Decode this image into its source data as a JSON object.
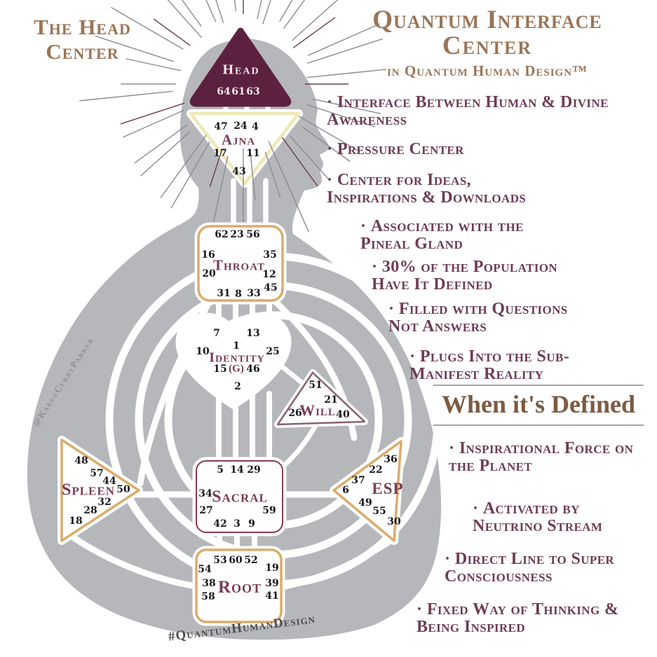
{
  "colors": {
    "title_brown": "#9a7557",
    "bullet_plum": "#6e3c54",
    "defined_brown": "#7d5a41",
    "head_triangle_fill": "#5c2140",
    "body_gray": "#b5b7bb",
    "gold_border": "#dcab6a",
    "ajna_border": "#efe9b4",
    "maroon_border": "#572040"
  },
  "left_title": {
    "line1": "The Head",
    "line2": "Center"
  },
  "header": {
    "title_line1": "Quantum Interface",
    "title_line2": "Center",
    "subtitle": "in Quantum Human Design™"
  },
  "bullets": [
    {
      "text": "Interface Between Human & Divine Awareness"
    },
    {
      "text": "Pressure Center"
    },
    {
      "text": "Center for Ideas, Inspirations & Downloads"
    },
    {
      "text": "Associated with the Pineal Gland"
    },
    {
      "text": "30% of the Population Have It Defined"
    },
    {
      "text": "Filled with Questions Not Answers"
    },
    {
      "text": "Plugs Into the Sub-Manifest Reality"
    }
  ],
  "defined": {
    "heading": "When it's Defined",
    "bullets": [
      {
        "text": "Inspirational Force on the Planet"
      },
      {
        "text": "Activated by Neutrino Stream"
      },
      {
        "text": "Direct Line to Super Consciousness"
      },
      {
        "text": "Fixed Way of Thinking & Being Inspired"
      }
    ]
  },
  "watermarks": {
    "artist": "@KarenCurryParker",
    "hashtag": "#QuantumHumanDesign"
  },
  "chart": {
    "centers": {
      "head": {
        "label": "Head",
        "gates": [
          "64",
          "61",
          "63"
        ]
      },
      "ajna": {
        "label": "Ajna",
        "gates": [
          "47",
          "24",
          "4",
          "17",
          "11",
          "43"
        ]
      },
      "throat": {
        "label": "Throat",
        "gates": [
          "62",
          "23",
          "56",
          "16",
          "35",
          "20",
          "12",
          "31",
          "8",
          "33",
          "45"
        ]
      },
      "identity": {
        "label": "Identity",
        "sub": "(G)",
        "gates": [
          "7",
          "13",
          "1",
          "10",
          "25",
          "15",
          "46",
          "2"
        ]
      },
      "will": {
        "label": "Will",
        "gates": [
          "51",
          "21",
          "26",
          "40"
        ]
      },
      "spleen": {
        "label": "Spleen",
        "gates": [
          "48",
          "57",
          "44",
          "50",
          "32",
          "28",
          "18"
        ]
      },
      "sacral": {
        "label": "Sacral",
        "gates": [
          "5",
          "14",
          "29",
          "34",
          "27",
          "59",
          "42",
          "3",
          "9"
        ]
      },
      "esp": {
        "label": "ESP",
        "gates": [
          "36",
          "22",
          "37",
          "6",
          "49",
          "55",
          "30"
        ]
      },
      "root": {
        "label": "Root",
        "gates": [
          "53",
          "60",
          "52",
          "54",
          "19",
          "38",
          "39",
          "58",
          "41"
        ]
      }
    }
  }
}
